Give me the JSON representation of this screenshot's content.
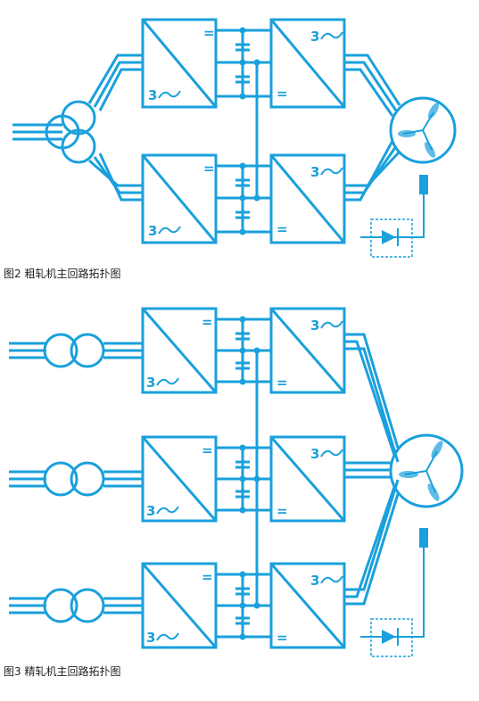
{
  "colors": {
    "line": "#1aa0dc",
    "background": "#ffffff",
    "text": "#222222"
  },
  "captions": {
    "fig2": "图2 粗轧机主回路拓扑图",
    "fig3": "图3 精轧机主回路拓扑图"
  },
  "symbols": {
    "ac_label": "3",
    "dc_label": "=",
    "ac_wave": "~"
  },
  "icons": [
    "transformer-icon",
    "converter-icon",
    "capacitor-icon",
    "motor-icon",
    "encoder-icon",
    "diode-icon"
  ]
}
